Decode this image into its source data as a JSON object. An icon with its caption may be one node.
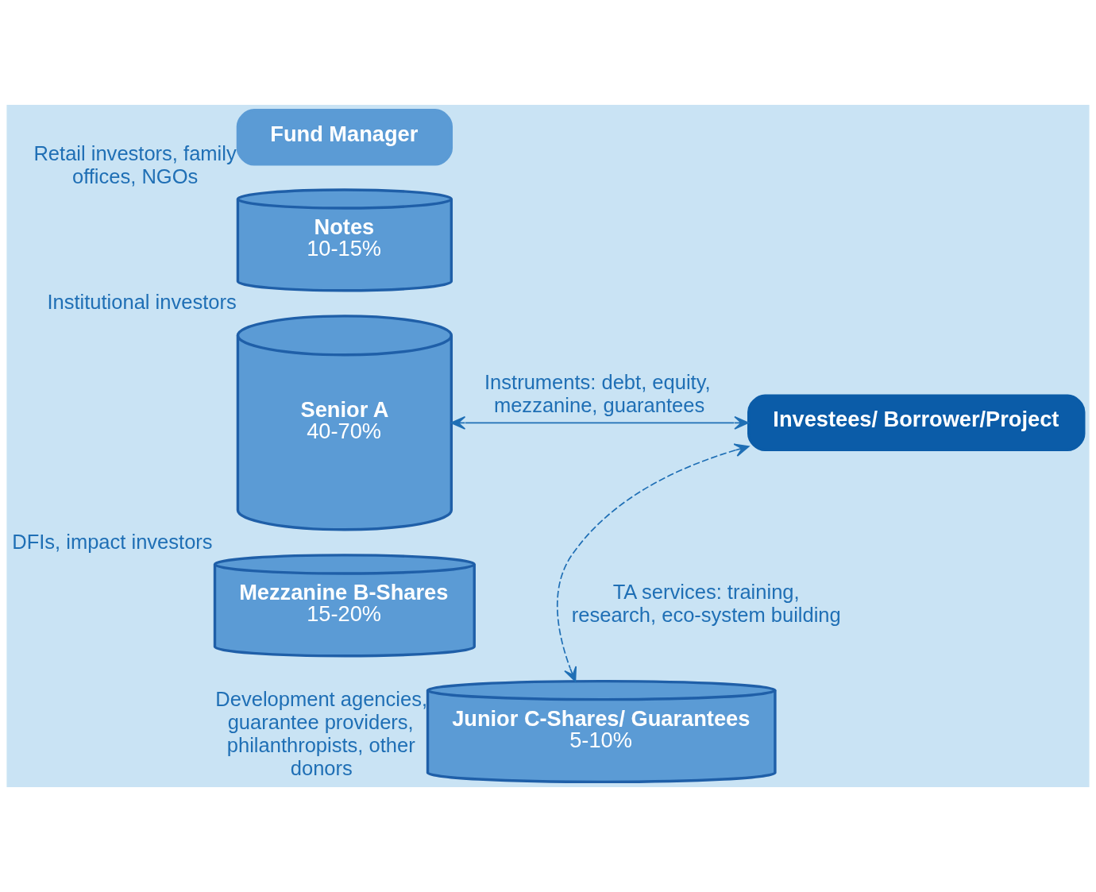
{
  "diagram": {
    "nodes": [
      {
        "text": [
          "Fund Manager"
        ]
      },
      {
        "text": [
          "Notes",
          "10-15%"
        ],
        "beside": [
          "Retail investors, family offices, NGOs"
        ]
      },
      {
        "text": [
          "Senior A",
          "40-70%"
        ],
        "beside": [
          "Institutional investors"
        ]
      },
      {
        "text": [
          "Mezzanine B-Shares",
          "15-20%"
        ],
        "beside": [
          "DFIs, impact investors"
        ]
      },
      {
        "text": [
          "Junior C-Shares/ Guarantees",
          "5-10%"
        ],
        "beside": [
          "Development agencies, guarantee providers, philanthropists, other donors"
        ]
      },
      {
        "text": [
          "Investees/ Borrower/Project"
        ]
      }
    ],
    "edges": [
      {
        "from": 2,
        "to": 5,
        "arrow": "both",
        "label": "Instruments: debt, equity, mezzanine, guarantees"
      },
      {
        "from": 5,
        "to": 4,
        "arrow": "both",
        "style": "dashed",
        "label": "TA services: training, research, eco-system building"
      }
    ]
  }
}
